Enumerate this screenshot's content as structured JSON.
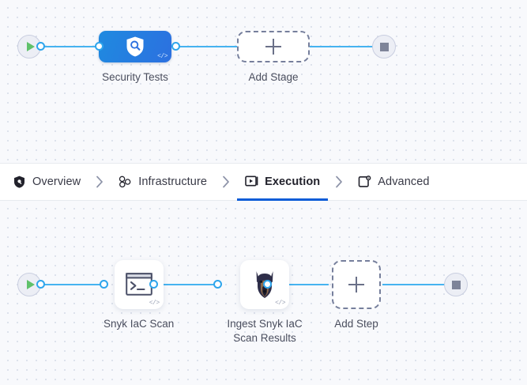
{
  "theme": {
    "accent_blue": "#0b5cd7",
    "link_blue": "#46b3f0",
    "stage_blue": "#2c70e0",
    "canvas_bg": "#f8f9fc",
    "dashed_border": "#767f9c",
    "play_green": "#5fc16a",
    "stop_gray": "#7e8499"
  },
  "tab_bar": {
    "tabs": [
      {
        "label": "Overview",
        "icon": "shield-icon",
        "active": false
      },
      {
        "label": "Infrastructure",
        "icon": "nodes-icon",
        "active": false
      },
      {
        "label": "Execution",
        "icon": "play-screen-icon",
        "active": true
      },
      {
        "label": "Advanced",
        "icon": "card-gear-icon",
        "active": false
      }
    ],
    "separator_icon": "chevron-right-icon"
  },
  "stage_canvas": {
    "start_node": {
      "icon": "play-icon"
    },
    "end_node": {
      "icon": "stop-icon"
    },
    "nodes": [
      {
        "label": "Security Tests",
        "type": "stage",
        "icon": "shield-search-icon",
        "badge": "</>"
      },
      {
        "label": "Add Stage",
        "type": "add",
        "icon": "plus-icon"
      }
    ]
  },
  "step_canvas": {
    "start_node": {
      "icon": "play-icon"
    },
    "end_node": {
      "icon": "stop-icon"
    },
    "nodes": [
      {
        "label": "Snyk IaC Scan",
        "type": "step",
        "icon": "terminal-icon",
        "badge": "</>"
      },
      {
        "label": "Ingest Snyk IaC Scan Results",
        "type": "step",
        "icon": "doberman-icon",
        "badge": "</>"
      },
      {
        "label": "Add Step",
        "type": "add",
        "icon": "plus-icon"
      }
    ]
  }
}
